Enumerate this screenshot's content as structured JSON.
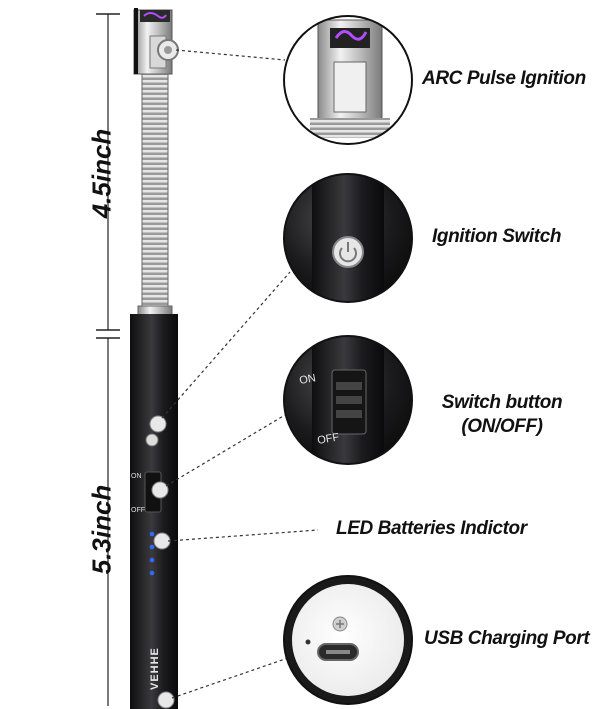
{
  "dimensions": {
    "top_length": "4.5inch",
    "bottom_length": "5.3inch"
  },
  "features": [
    {
      "label": "ARC Pulse Ignition"
    },
    {
      "label": "Ignition Switch"
    },
    {
      "label": "Switch button"
    },
    {
      "label": "LED Batteries Indictor"
    },
    {
      "label": "USB Charging Port"
    }
  ],
  "switch_state_label": "(ON/OFF)",
  "product": {
    "brand": "VEHHE",
    "switch_on": "ON",
    "switch_off": "OFF"
  },
  "colors": {
    "body": "#1c1c1e",
    "arc": "#b34dff",
    "led": "#2f6bff",
    "metal": "#c9c9c9"
  }
}
